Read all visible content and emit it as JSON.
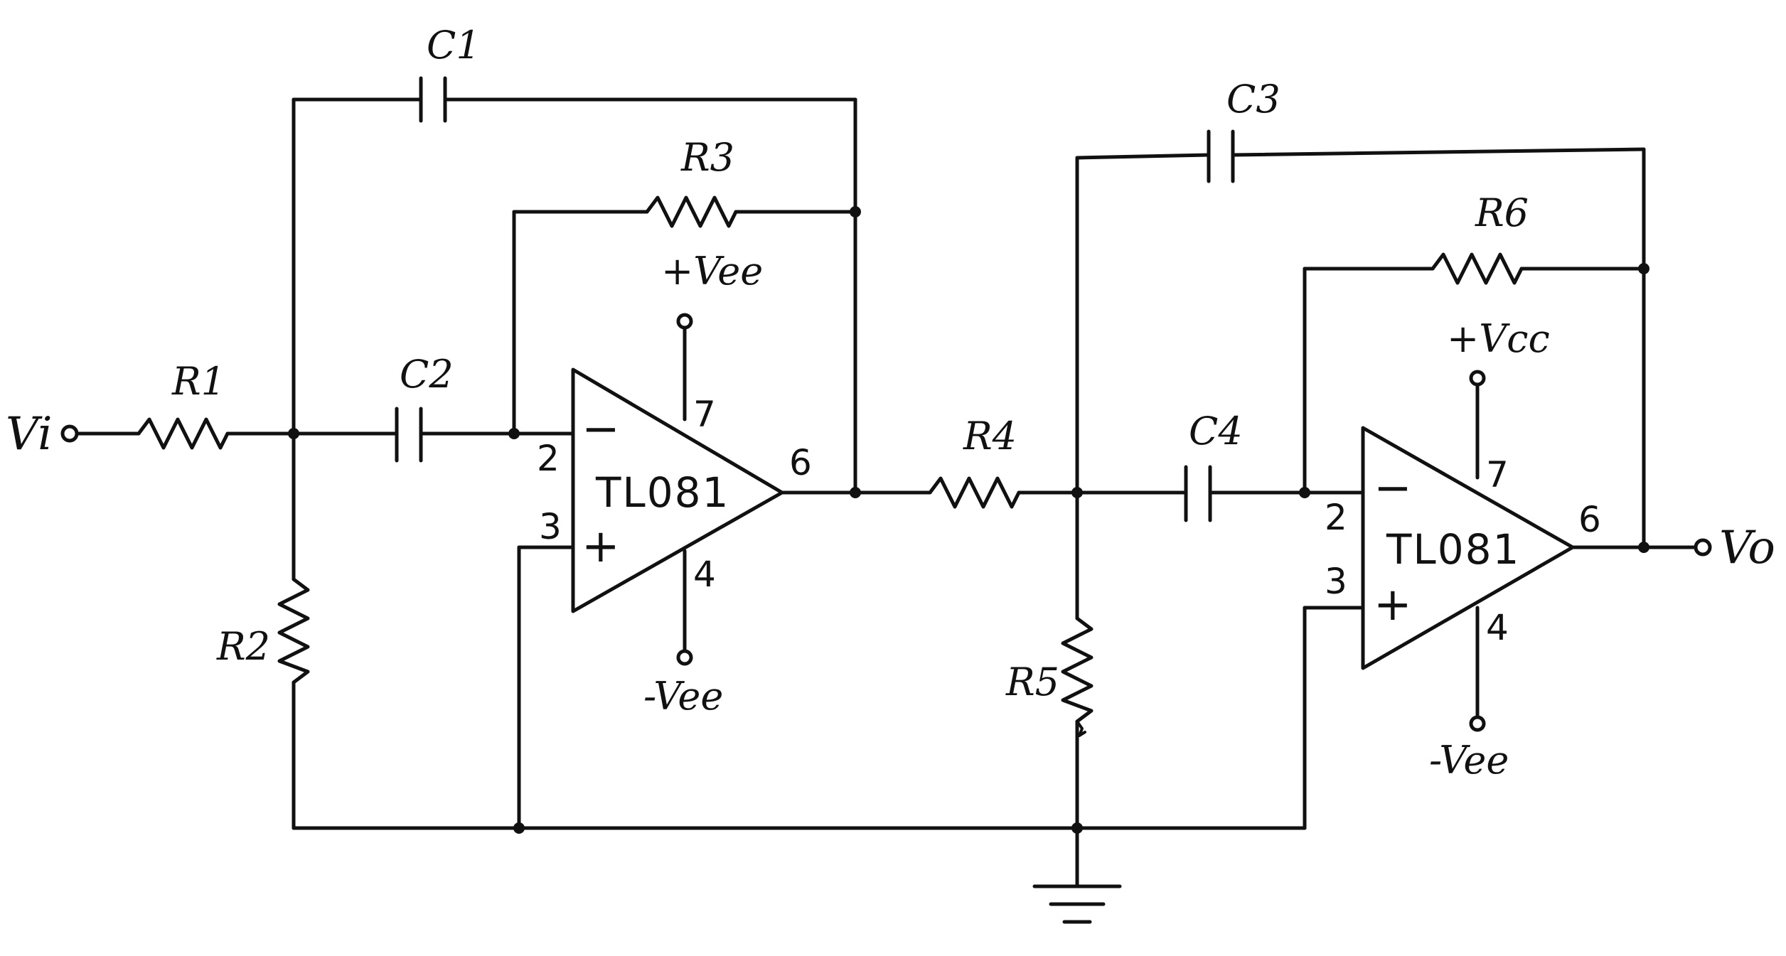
{
  "labels": {
    "vi": "Vi",
    "vo": "Vo",
    "r1": "R1",
    "r2": "R2",
    "r3": "R3",
    "r4": "R4",
    "r5": "R5",
    "r6": "R6",
    "c1": "C1",
    "c2": "C2",
    "c3": "C3",
    "c4": "C4"
  },
  "opamp1": {
    "part": "TL081",
    "pin_inverting": "2",
    "pin_noninverting": "3",
    "pin_output": "6",
    "pin_vpos": "7",
    "pin_vneg": "4",
    "minus_sign": "−",
    "plus_sign": "+",
    "vpos": "+Vee",
    "vneg": "-Vee"
  },
  "opamp2": {
    "part": "TL081",
    "pin_inverting": "2",
    "pin_noninverting": "3",
    "pin_output": "6",
    "pin_vpos": "7",
    "pin_vneg": "4",
    "minus_sign": "−",
    "plus_sign": "+",
    "vpos": "+Vcc",
    "vneg": "-Vee"
  }
}
